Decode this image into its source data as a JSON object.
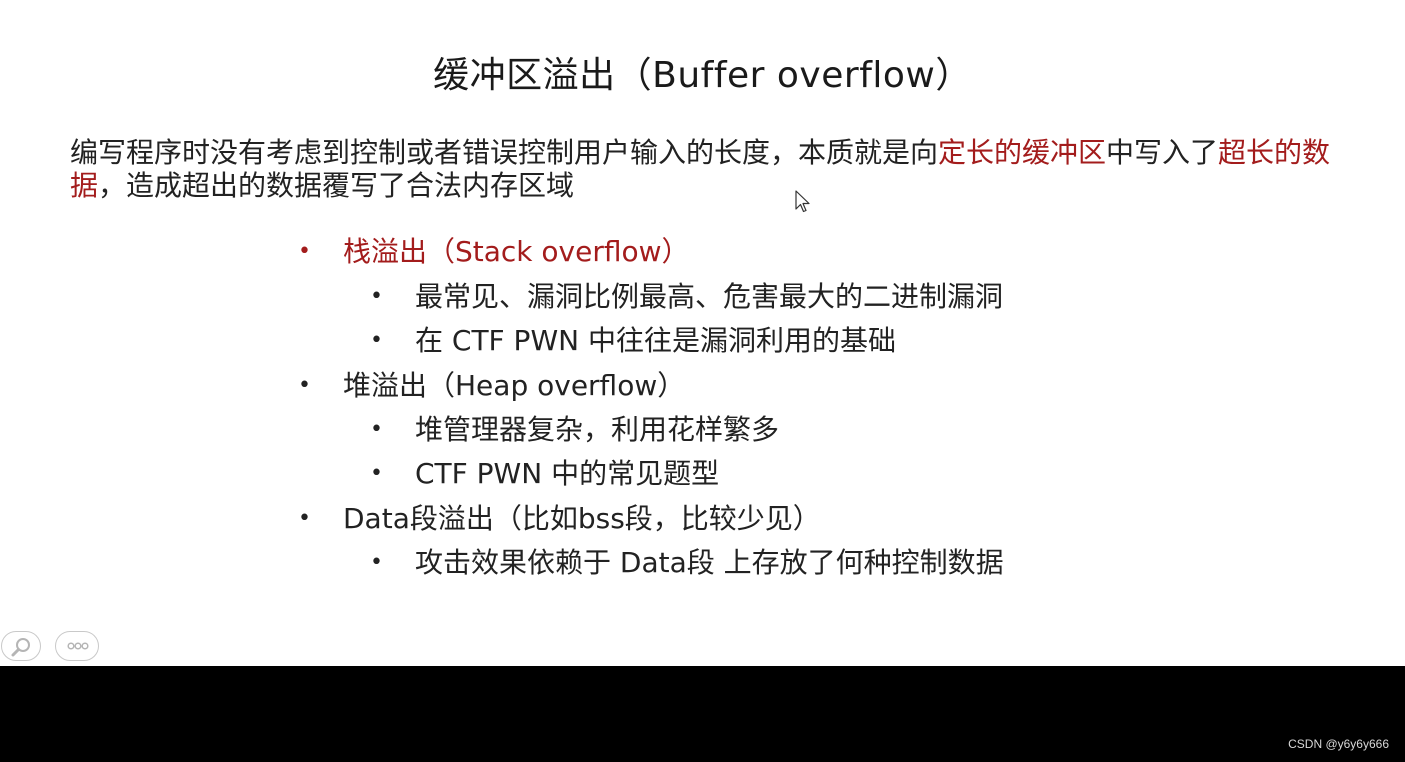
{
  "slide": {
    "title": "缓冲区溢出（Buffer overflow）",
    "intro": {
      "part1": "编写程序时没有考虑到控制或者错误控制用户输入的长度，本质就是向",
      "highlight1": "定长的缓冲区",
      "part2": "中写入了",
      "highlight2": "超长的数据",
      "part3": "，造成超出的数据覆写了合法内存区域"
    },
    "bullets": [
      {
        "text": "栈溢出（Stack overflow）",
        "highlight": true,
        "sub": [
          "最常见、漏洞比例最高、危害最大的二进制漏洞",
          "在 CTF PWN 中往往是漏洞利用的基础"
        ]
      },
      {
        "text": "堆溢出（Heap overflow）",
        "highlight": false,
        "sub": [
          "堆管理器复杂，利用花样繁多",
          "CTF PWN 中的常见题型"
        ]
      },
      {
        "text": "Data段溢出（比如bss段，比较少见）",
        "highlight": false,
        "sub": [
          "攻击效果依赖于 Data段 上存放了何种控制数据"
        ]
      }
    ],
    "bullet_glyph": "•"
  },
  "controls": {
    "zoom_icon": "magnifier-icon",
    "more_icon": "more-dots-icon"
  },
  "watermark": "CSDN @y6y6y666",
  "colors": {
    "highlight": "#a31c1c",
    "text": "#222222",
    "background": "#ffffff",
    "bar": "#000000"
  }
}
